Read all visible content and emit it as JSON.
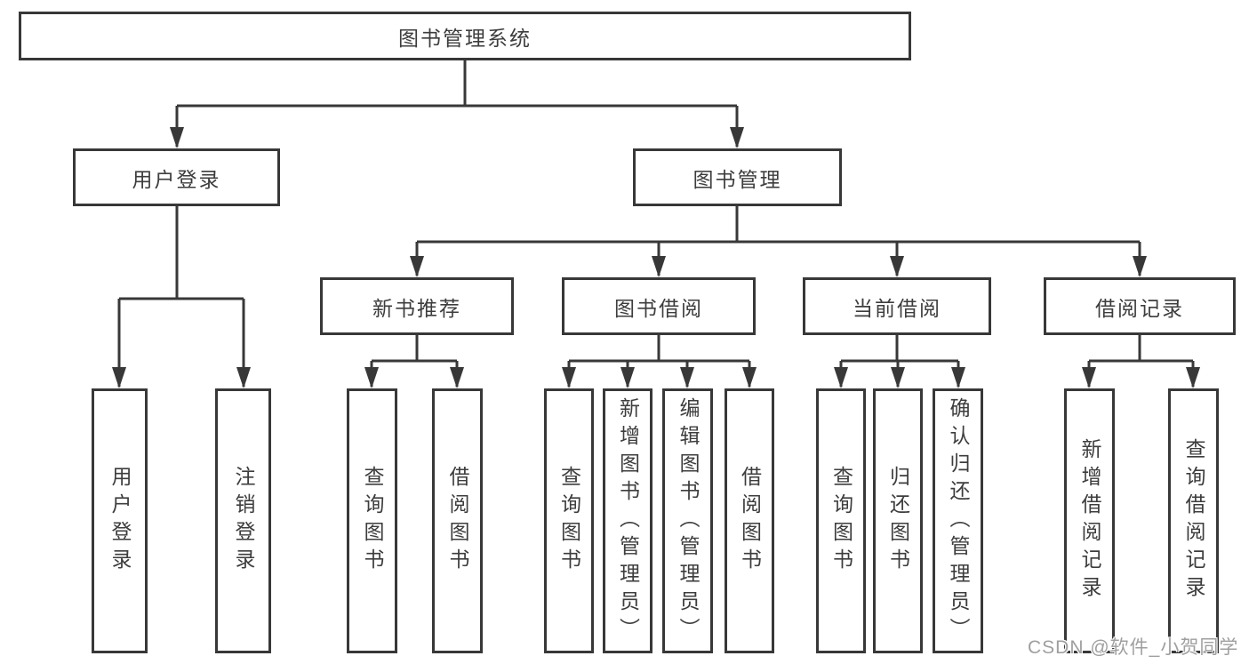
{
  "diagram": {
    "title": "图书管理系统",
    "branches": {
      "user_login": {
        "label": "用户登录",
        "children": {
          "login": "用户登录",
          "logout": "注销登录"
        }
      },
      "book_management": {
        "label": "图书管理",
        "sections": {
          "new_book": {
            "label": "新书推荐",
            "children": {
              "query": "查询图书",
              "borrow": "借阅图书"
            }
          },
          "borrowing": {
            "label": "图书借阅",
            "children": {
              "query": "查询图书",
              "add": "新增图书（管理员）",
              "edit": "编辑图书（管理员）",
              "borrow": "借阅图书"
            }
          },
          "current": {
            "label": "当前借阅",
            "children": {
              "query": "查询图书",
              "return": "归还图书",
              "confirm": "确认归还（管理员）"
            }
          },
          "record": {
            "label": "借阅记录",
            "children": {
              "add": "新增借阅记录",
              "query": "查询借阅记录"
            }
          }
        }
      }
    }
  },
  "watermark": "CSDN @软件_小贺同学",
  "colors": {
    "line": "#383838",
    "box_border": "#383838",
    "text": "#3d3d3d",
    "watermark": "#9f9f9f",
    "background": "#ffffff"
  }
}
